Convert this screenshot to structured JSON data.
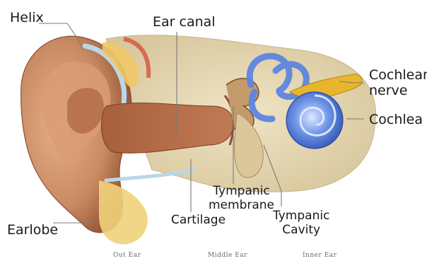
{
  "labels": {
    "helix": "Helix",
    "ear_canal": "Ear canal",
    "cochlear_nerve_line1": "Cochlear",
    "cochlear_nerve_line2": "nerve",
    "cochlea": "Cochlea",
    "tympanic_membrane_line1": "Tympanic",
    "tympanic_membrane_line2": "membrane",
    "tympanic_cavity_line1": "Tympanic",
    "tympanic_cavity_line2": "Cavity",
    "cartilage": "Cartilage",
    "earlobe": "Earlobe"
  },
  "footer": {
    "outer": "Out Ear",
    "middle": "Middle Ear",
    "inner": "Inner Ear"
  },
  "colors": {
    "skin": "#c98a63",
    "skin_dark": "#9c5a3a",
    "bone": "#e8dcbc",
    "cochlea_blue": "#4a78d8",
    "nerve_yellow": "#e8b62c",
    "cartilage_light": "#b8d8e8",
    "leader_line": "#7a7a7a"
  }
}
